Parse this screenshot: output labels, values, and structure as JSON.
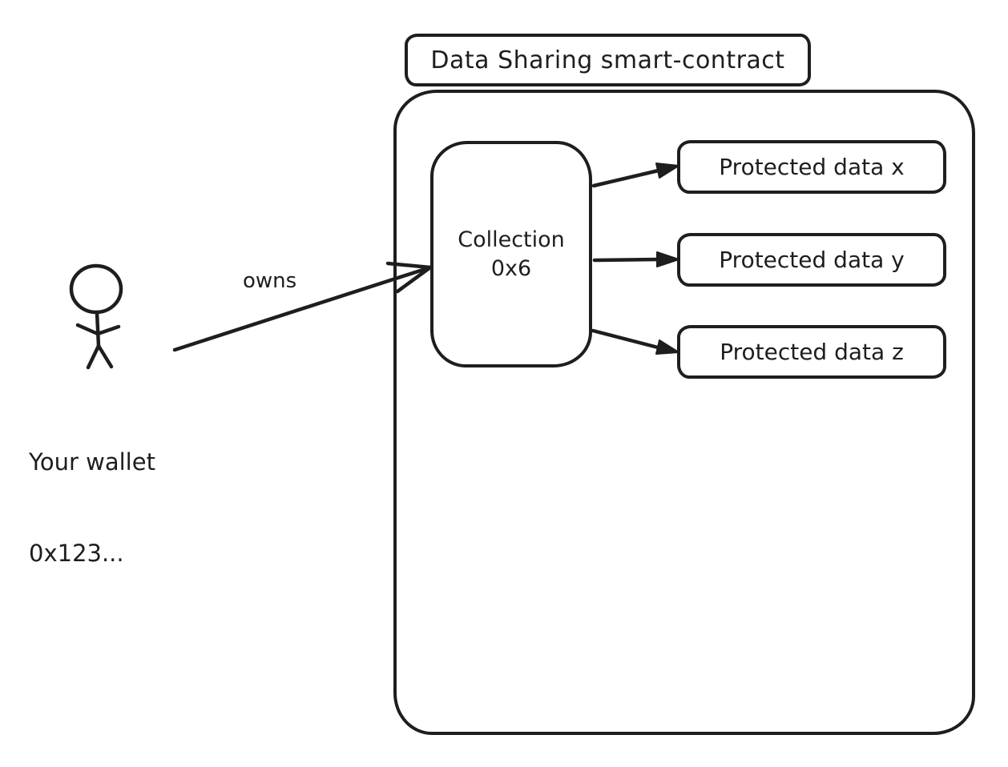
{
  "diagram": {
    "contract": {
      "title": "Data Sharing smart-contract"
    },
    "collection": {
      "name": "Collection",
      "address": "0x6"
    },
    "protected_data": [
      {
        "label": "Protected data x"
      },
      {
        "label": "Protected data y"
      },
      {
        "label": "Protected data z"
      }
    ],
    "actor": {
      "name": "Your wallet",
      "address": "0x123..."
    },
    "edges": {
      "owns_label": "owns"
    },
    "colors": {
      "stroke": "#1e1e1e",
      "background": "#ffffff"
    }
  }
}
